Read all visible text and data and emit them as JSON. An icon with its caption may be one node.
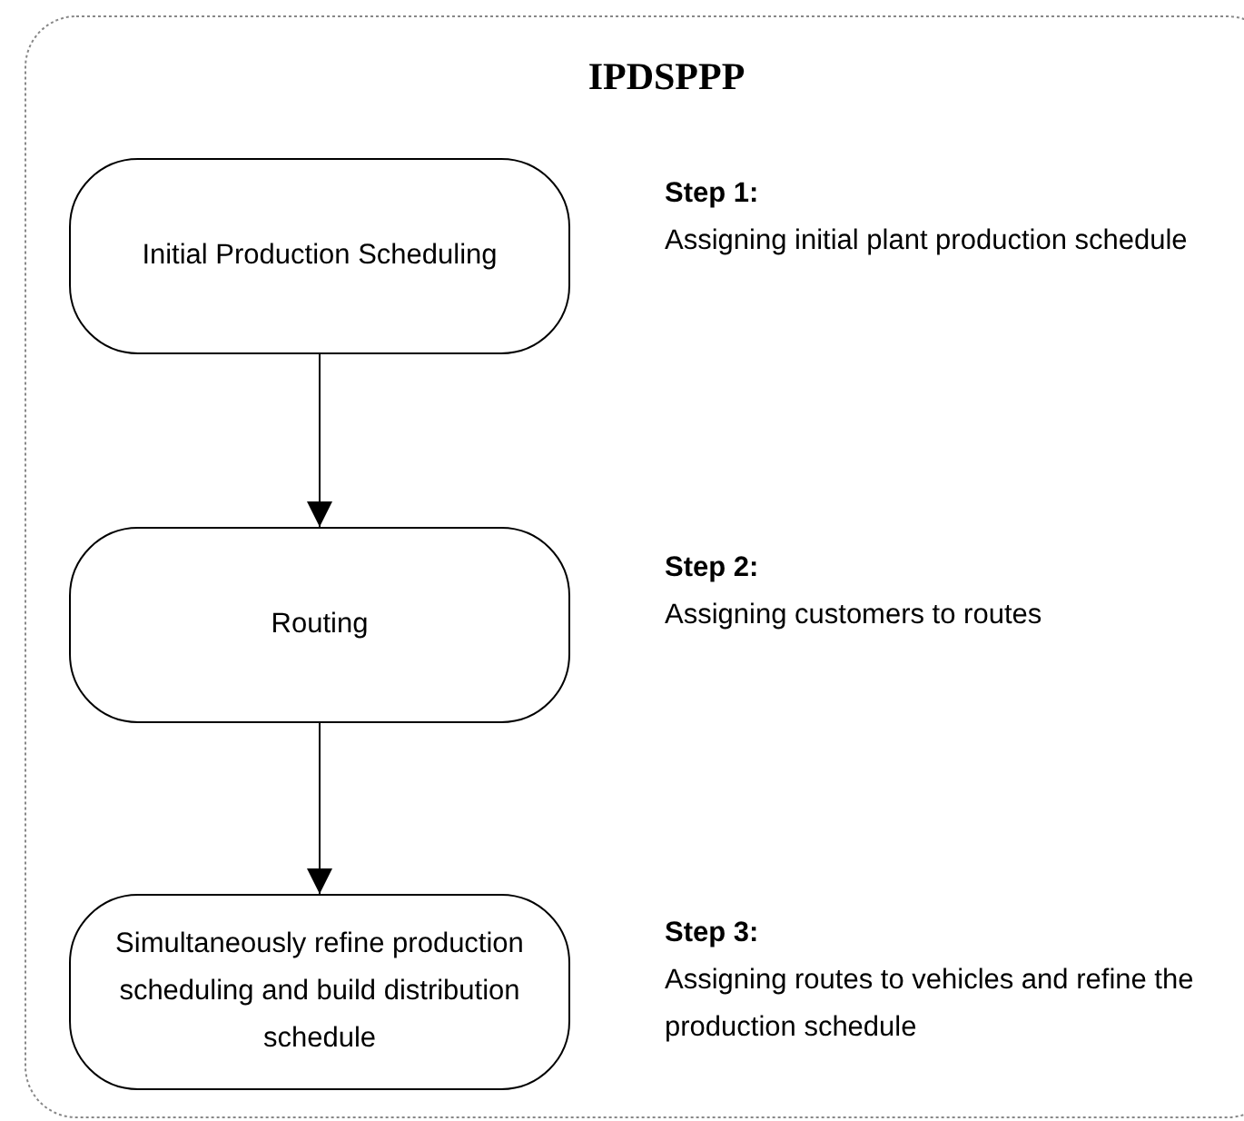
{
  "diagram": {
    "title": "IPDSPPP",
    "nodes": [
      {
        "text": [
          "Initial Production Scheduling"
        ],
        "beside": [
          "Step 1:",
          "Assigning initial plant production schedule"
        ]
      },
      {
        "text": [
          "Routing"
        ],
        "beside": [
          "Step 2:",
          "Assigning customers to routes"
        ]
      },
      {
        "text": [
          "Simultaneously refine production scheduling and build distribution schedule"
        ],
        "beside": [
          "Step 3:",
          "Assigning routes to vehicles and refine the production schedule"
        ]
      }
    ],
    "edges": [
      {
        "from": 0,
        "to": 1,
        "arrow": "to"
      },
      {
        "from": 1,
        "to": 2,
        "arrow": "to"
      }
    ]
  }
}
